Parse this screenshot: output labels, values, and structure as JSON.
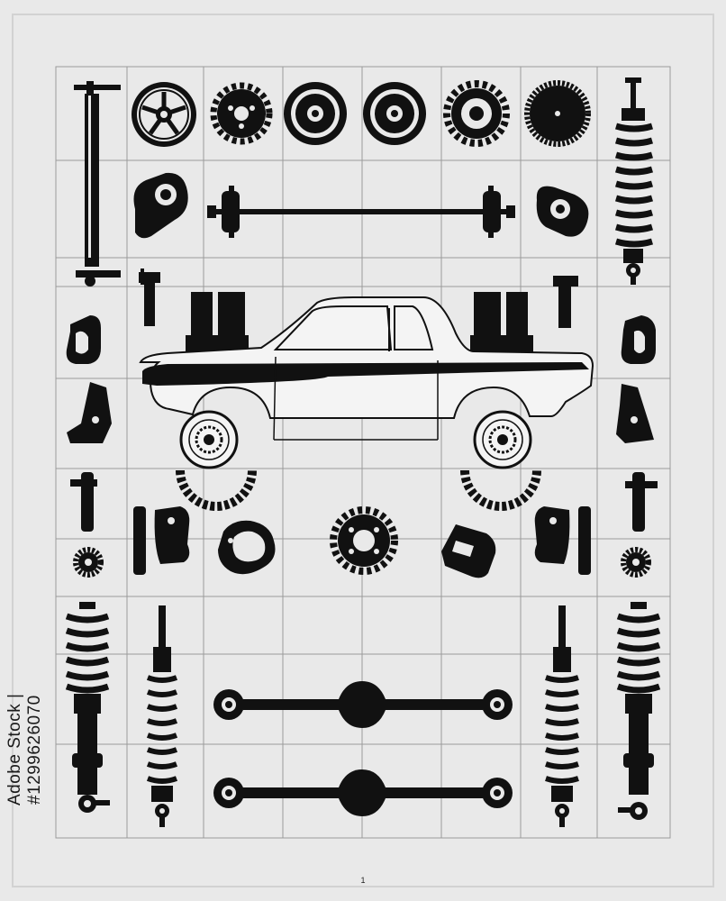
{
  "side_text": "Adobe Stock | #1299626070",
  "page_number": "1",
  "colors": {
    "background": "#e9e9e9",
    "ink": "#111111",
    "grid": "#9a9a9a",
    "outline": "#d0d0d0"
  },
  "parts": [
    "tie-rod",
    "alloy-wheel",
    "gear",
    "brake-disc",
    "brake-disc",
    "gear",
    "saw-blade",
    "coilover",
    "caliper",
    "axle",
    "caliper",
    "bracket",
    "bracket",
    "fuel-nozzle",
    "fuel-nozzle",
    "mount-bracket",
    "mount-bracket",
    "car-silhouette",
    "car-wheel",
    "car-wheel",
    "small-gear",
    "small-gear",
    "sprocket",
    "gasket",
    "housing",
    "coilover",
    "strut",
    "strut",
    "coilover",
    "control-arm",
    "control-arm"
  ]
}
